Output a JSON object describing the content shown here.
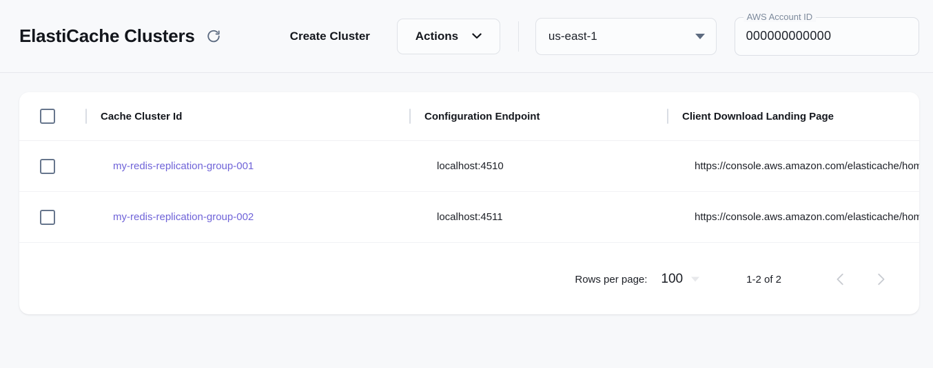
{
  "header": {
    "title": "ElastiCache Clusters",
    "refresh_icon": "refresh-icon",
    "create_label": "Create Cluster",
    "actions_label": "Actions",
    "actions_icon": "chevron-down-icon",
    "region": {
      "value": "us-east-1",
      "icon": "select-arrow-icon"
    },
    "account": {
      "label": "AWS Account ID",
      "value": "000000000000"
    }
  },
  "table": {
    "columns": [
      {
        "key": "select",
        "label": ""
      },
      {
        "key": "cluster_id",
        "label": "Cache Cluster Id"
      },
      {
        "key": "endpoint",
        "label": "Configuration Endpoint"
      },
      {
        "key": "landing_page",
        "label": "Client Download Landing Page"
      }
    ],
    "rows": [
      {
        "cluster_id": "my-redis-replication-group-001",
        "endpoint": "localhost:4510",
        "landing_page": "https://console.aws.amazon.com/elasticache/home"
      },
      {
        "cluster_id": "my-redis-replication-group-002",
        "endpoint": "localhost:4511",
        "landing_page": "https://console.aws.amazon.com/elasticache/home"
      }
    ]
  },
  "pagination": {
    "rows_per_page_label": "Rows per page:",
    "rows_per_page_value": "100",
    "range_label": "1-2 of 2",
    "prev_icon": "chevron-left-icon",
    "next_icon": "chevron-right-icon"
  },
  "colors": {
    "page_bg": "#f7f8fa",
    "link": "#6f63d8",
    "text": "#14171d",
    "muted": "#7d8a9c",
    "card": "#ffffff"
  }
}
